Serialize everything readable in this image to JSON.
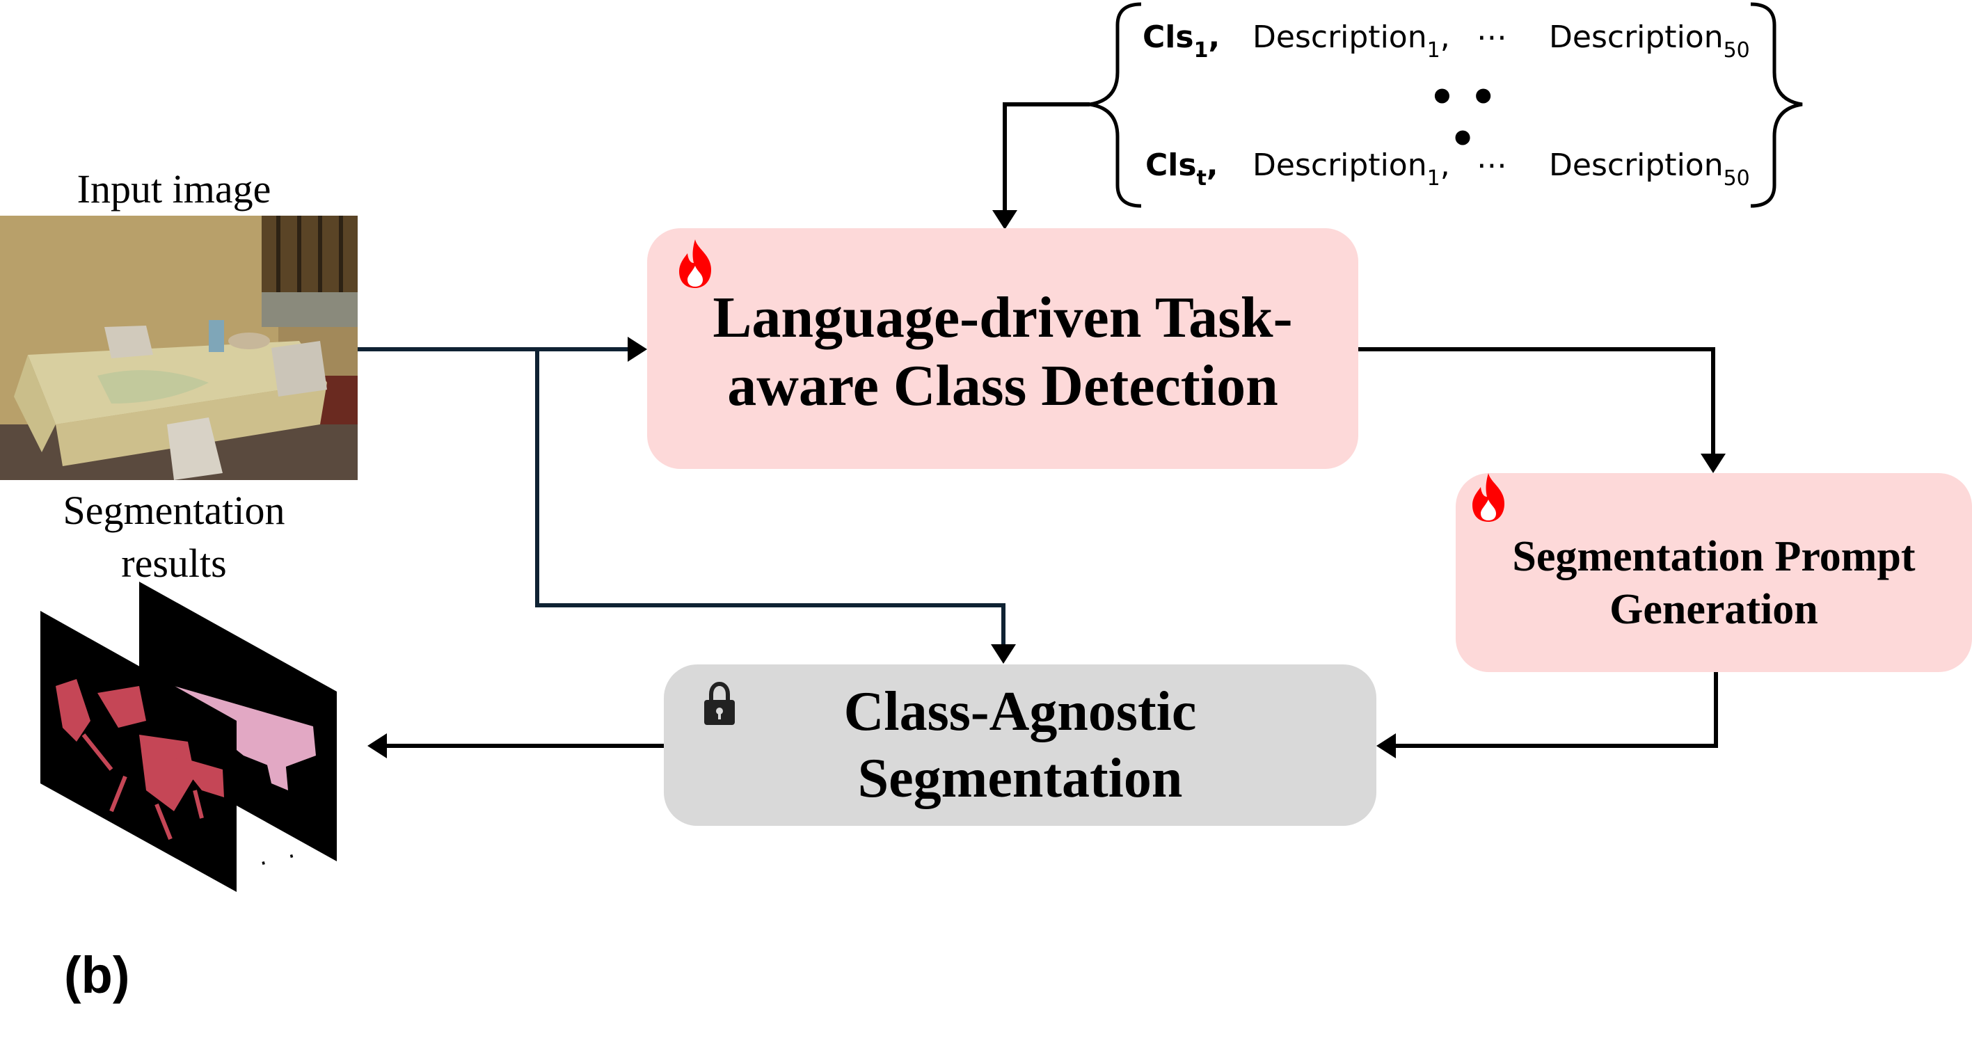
{
  "labels": {
    "input_image": "Input image",
    "segmentation_results_line1": "Segmentation",
    "segmentation_results_line2": "results",
    "figure_tag": "(b)"
  },
  "boxes": {
    "language_detection": {
      "line1": "Language-driven Task-",
      "line2": "aware Class Detection",
      "fill": "#fdd9d9",
      "trainable": true
    },
    "prompt_generation": {
      "line1": "Segmentation Prompt",
      "line2": "Generation",
      "fill": "#fdd9d9",
      "trainable": true
    },
    "class_agnostic": {
      "line1": "Class-Agnostic",
      "line2": "Segmentation",
      "fill": "#d9d9d9",
      "frozen": true
    }
  },
  "class_set": {
    "row_first": {
      "cls": "Cls",
      "cls_sub": "1",
      "desc_first": "Description",
      "desc_first_sub": "1",
      "dots": "⋯",
      "desc_last": "Description",
      "desc_last_sub": "50"
    },
    "middle_ellipsis": "• • •",
    "row_last": {
      "cls": "Cls",
      "cls_sub": "t",
      "desc_first": "Description",
      "desc_first_sub": "1",
      "dots": "⋯",
      "desc_last": "Description",
      "desc_last_sub": "50"
    }
  },
  "results_ellipsis": "· · ·",
  "icons": {
    "trainable": "flame-icon",
    "frozen": "lock-icon"
  },
  "colors": {
    "trainable_box": "#fdd9d9",
    "frozen_box": "#d9d9d9",
    "wire": "#000000",
    "wire_dark": "#0f2233",
    "flame": "#ff0000",
    "mask_red": "#c54656",
    "mask_pink": "#e2a8c4"
  }
}
